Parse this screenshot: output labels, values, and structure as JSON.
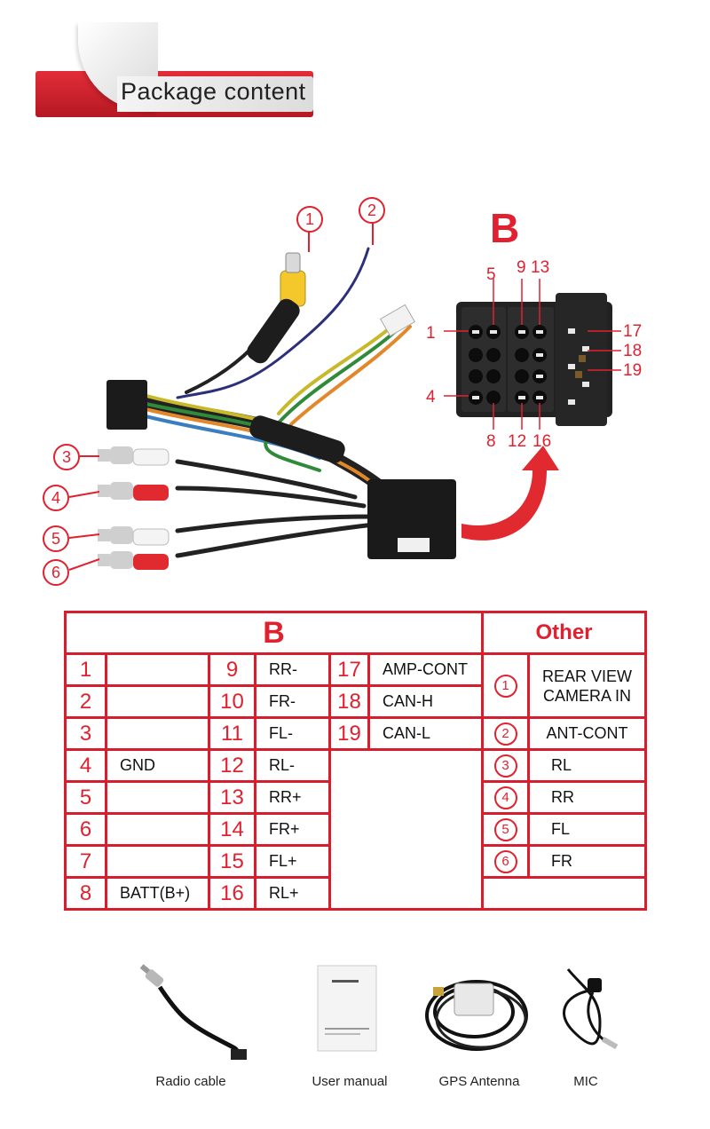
{
  "banner": {
    "title": "Package content"
  },
  "diagram": {
    "connector_label": "B",
    "callouts": [
      "1",
      "2",
      "3",
      "4",
      "5",
      "6"
    ],
    "pin_labels": {
      "p5": "5",
      "p9": "9",
      "p13": "13",
      "p1": "1",
      "p4": "4",
      "p17": "17",
      "p18": "18",
      "p19": "19",
      "p8": "8",
      "p12": "12",
      "p16": "16"
    }
  },
  "table": {
    "header_b": "B",
    "header_other": "Other",
    "col1": [
      {
        "num": "1",
        "label": ""
      },
      {
        "num": "2",
        "label": ""
      },
      {
        "num": "3",
        "label": ""
      },
      {
        "num": "4",
        "label": "GND"
      },
      {
        "num": "5",
        "label": ""
      },
      {
        "num": "6",
        "label": ""
      },
      {
        "num": "7",
        "label": ""
      },
      {
        "num": "8",
        "label": "BATT(B+)"
      }
    ],
    "col2": [
      {
        "num": "9",
        "label": "RR-"
      },
      {
        "num": "10",
        "label": "FR-"
      },
      {
        "num": "11",
        "label": "FL-"
      },
      {
        "num": "12",
        "label": "RL-"
      },
      {
        "num": "13",
        "label": "RR+"
      },
      {
        "num": "14",
        "label": "FR+"
      },
      {
        "num": "15",
        "label": "FL+"
      },
      {
        "num": "16",
        "label": "RL+"
      }
    ],
    "col3": [
      {
        "num": "17",
        "label": "AMP-CONT"
      },
      {
        "num": "18",
        "label": "CAN-H"
      },
      {
        "num": "19",
        "label": "CAN-L"
      }
    ],
    "other": [
      {
        "num": "1",
        "label": "REAR VIEW CAMERA IN"
      },
      {
        "num": "2",
        "label": "ANT-CONT"
      },
      {
        "num": "3",
        "label": "RL"
      },
      {
        "num": "4",
        "label": "RR"
      },
      {
        "num": "5",
        "label": "FL"
      },
      {
        "num": "6",
        "label": "FR"
      }
    ]
  },
  "accessories": [
    {
      "caption": "Radio cable",
      "icon": "radio-cable-icon"
    },
    {
      "caption": "User manual",
      "icon": "user-manual-icon"
    },
    {
      "caption": "GPS Antenna",
      "icon": "gps-antenna-icon"
    },
    {
      "caption": "MIC",
      "icon": "microphone-icon"
    }
  ],
  "colors": {
    "accent": "#e0212f",
    "table_border": "#d71e2f"
  }
}
